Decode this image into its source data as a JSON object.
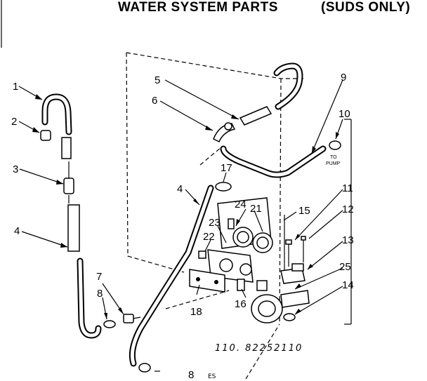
{
  "header": {
    "title": "WATER SYSTEM PARTS",
    "subtitle": "(SUDS ONLY)"
  },
  "callouts": [
    "1",
    "2",
    "3",
    "4",
    "4",
    "5",
    "6",
    "7",
    "8",
    "8",
    "9",
    "10",
    "11",
    "12",
    "13",
    "14",
    "15",
    "16",
    "17",
    "18",
    "21",
    "22",
    "23",
    "24",
    "25"
  ],
  "pump_label": {
    "line1": "TO",
    "line2": "PUMP"
  },
  "drawing_number": "110. 82252110",
  "footer_code": "ES"
}
